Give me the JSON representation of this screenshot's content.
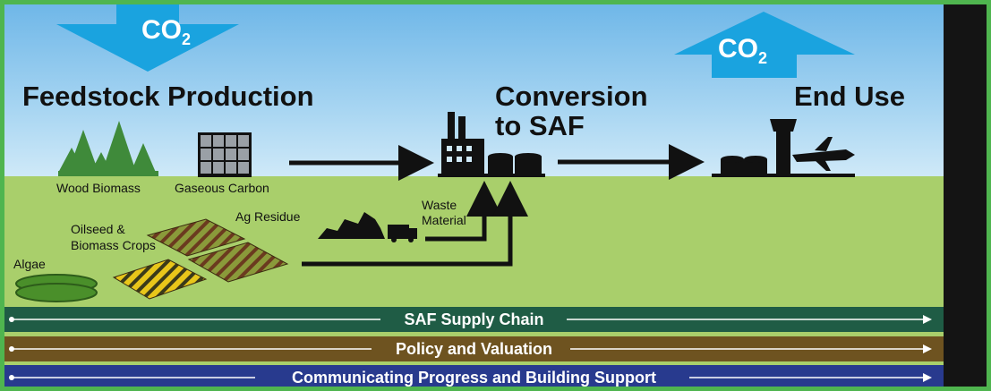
{
  "co2_left": {
    "main": "CO",
    "sub": "2"
  },
  "co2_right": {
    "main": "CO",
    "sub": "2"
  },
  "titles": {
    "feedstock": "Feedstock Production",
    "conversion_line1": "Conversion",
    "conversion_line2": "to SAF",
    "end_use": "End Use"
  },
  "labels": {
    "wood_biomass": "Wood Biomass",
    "gaseous_carbon": "Gaseous Carbon",
    "ag_residue": "Ag Residue",
    "oilseed_line1": "Oilseed &",
    "oilseed_line2": "Biomass Crops",
    "algae": "Algae",
    "waste_line1": "Waste",
    "waste_line2": "Material"
  },
  "bands": {
    "supply_chain": "SAF Supply Chain",
    "policy": "Policy and Valuation",
    "communicating": "Communicating Progress and Building Support"
  },
  "colors": {
    "co2_arrow": "#1aa3df",
    "sky": "#a9d6f2",
    "ground": "#a9cf6b",
    "tree": "#3f8a3a",
    "band_supply": "#1f5c45",
    "band_policy": "#6e5320",
    "band_communicating": "#283a8e",
    "frame": "#4fb54f"
  }
}
